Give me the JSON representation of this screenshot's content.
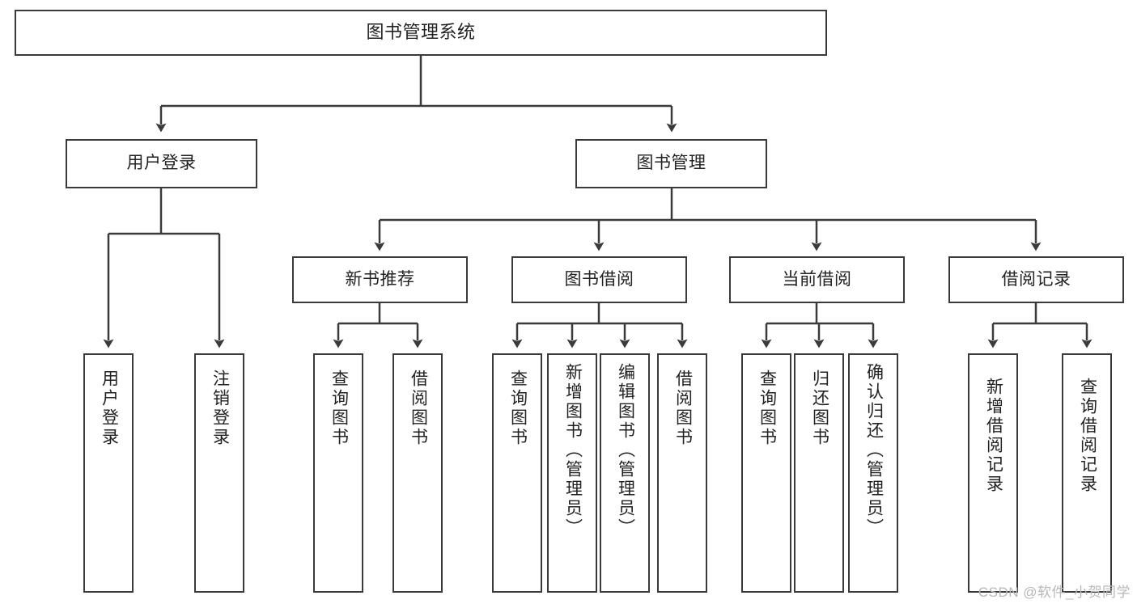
{
  "diagram": {
    "type": "tree-hierarchy",
    "title": "图书管理系统",
    "background_color": "#ffffff",
    "box_border_color": "#3a3a3a",
    "text_color": "#222222",
    "edge_color": "#3a3a3a",
    "nodes": {
      "root": {
        "label": "图书管理系统"
      },
      "level2": [
        {
          "id": "user-login",
          "label": "用户登录"
        },
        {
          "id": "book-manage",
          "label": "图书管理"
        }
      ],
      "level3": [
        {
          "id": "new-book-rec",
          "label": "新书推荐"
        },
        {
          "id": "book-borrow",
          "label": "图书借阅"
        },
        {
          "id": "current-borrow",
          "label": "当前借阅"
        },
        {
          "id": "borrow-record",
          "label": "借阅记录"
        }
      ],
      "leaves": [
        {
          "id": "leaf-user-login",
          "label": "用户登录",
          "parent": "user-login"
        },
        {
          "id": "leaf-user-logout",
          "label": "注销登录",
          "parent": "user-login"
        },
        {
          "id": "leaf-query-book-1",
          "label": "查询图书",
          "parent": "new-book-rec"
        },
        {
          "id": "leaf-borrow-book-1",
          "label": "借阅图书",
          "parent": "new-book-rec"
        },
        {
          "id": "leaf-query-book-2",
          "label": "查询图书",
          "parent": "book-borrow"
        },
        {
          "id": "leaf-add-book",
          "label": "新增图书（管理员）",
          "parent": "book-borrow"
        },
        {
          "id": "leaf-edit-book",
          "label": "编辑图书（管理员）",
          "parent": "book-borrow"
        },
        {
          "id": "leaf-borrow-book-2",
          "label": "借阅图书",
          "parent": "book-borrow"
        },
        {
          "id": "leaf-query-book-3",
          "label": "查询图书",
          "parent": "current-borrow"
        },
        {
          "id": "leaf-return-book",
          "label": "归还图书",
          "parent": "current-borrow"
        },
        {
          "id": "leaf-confirm-return",
          "label": "确认归还（管理员）",
          "parent": "current-borrow"
        },
        {
          "id": "leaf-add-record",
          "label": "新增借阅记录",
          "parent": "borrow-record"
        },
        {
          "id": "leaf-query-record",
          "label": "查询借阅记录",
          "parent": "borrow-record"
        }
      ]
    },
    "watermark": "CSDN @软件_小贺同学"
  }
}
